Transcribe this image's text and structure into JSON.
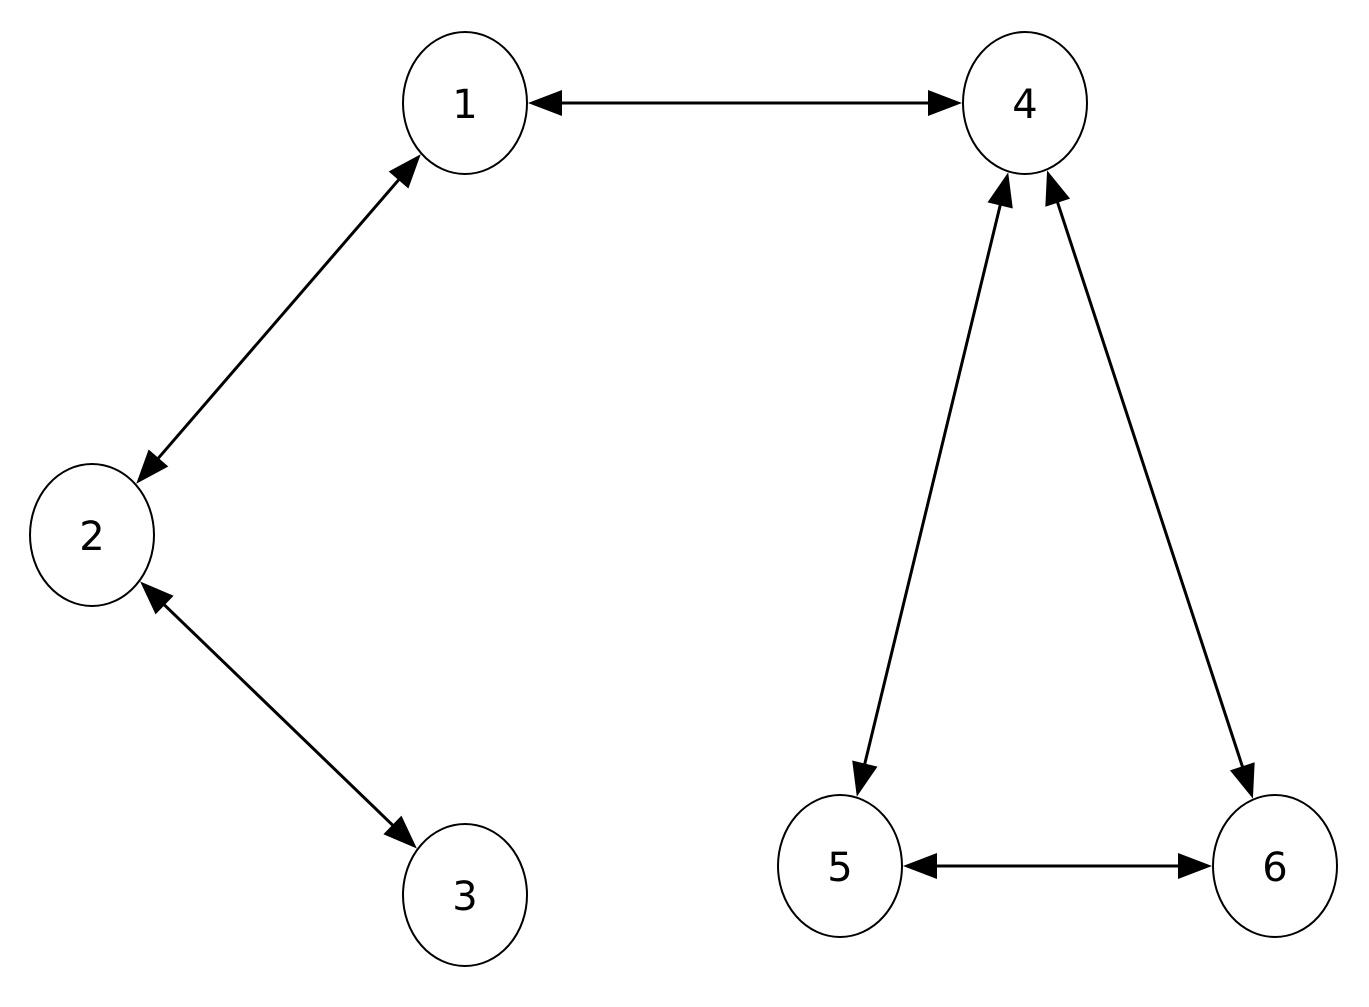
{
  "diagram": {
    "type": "graph",
    "directed": "bidirectional",
    "colors": {
      "background": "#ffffff",
      "stroke": "#000000",
      "node_fill": "#ffffff",
      "text": "#000000"
    },
    "nodes": [
      {
        "id": "1",
        "label": "1"
      },
      {
        "id": "2",
        "label": "2"
      },
      {
        "id": "3",
        "label": "3"
      },
      {
        "id": "4",
        "label": "4"
      },
      {
        "id": "5",
        "label": "5"
      },
      {
        "id": "6",
        "label": "6"
      }
    ],
    "edges": [
      {
        "from": "1",
        "to": "4",
        "arrows": "both"
      },
      {
        "from": "1",
        "to": "2",
        "arrows": "both"
      },
      {
        "from": "2",
        "to": "3",
        "arrows": "both"
      },
      {
        "from": "4",
        "to": "5",
        "arrows": "both"
      },
      {
        "from": "4",
        "to": "6",
        "arrows": "both"
      },
      {
        "from": "5",
        "to": "6",
        "arrows": "both"
      }
    ]
  }
}
